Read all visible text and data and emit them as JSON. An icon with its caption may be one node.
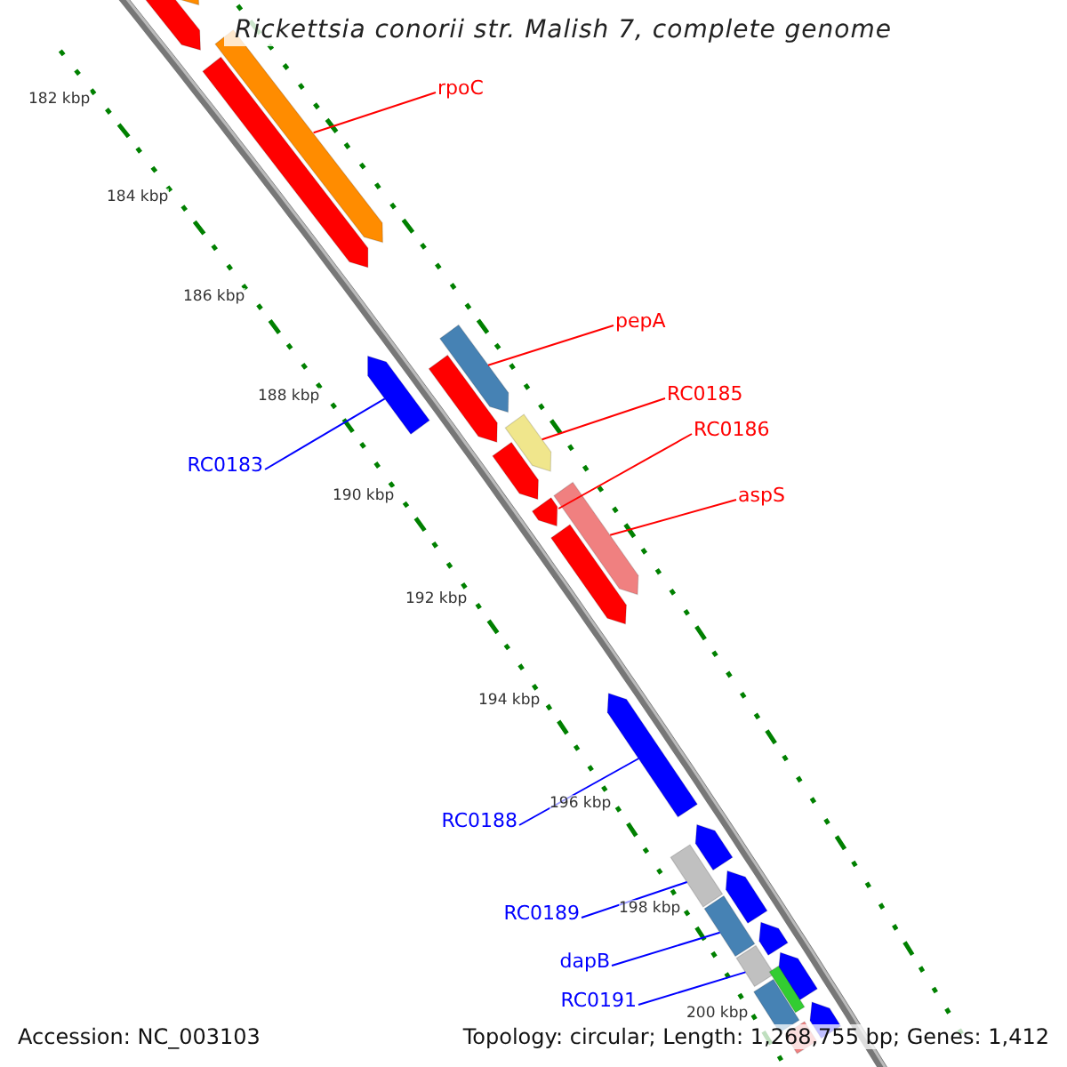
{
  "diagram": {
    "title": "Rickettsia conorii str. Malish 7, complete genome",
    "nodes": [
      {
        "text": [
          "rpoC"
        ]
      },
      {
        "text": [
          "pepA"
        ]
      },
      {
        "text": [
          "RC0185"
        ]
      },
      {
        "text": [
          "RC0186"
        ]
      },
      {
        "text": [
          "RC0183"
        ]
      },
      {
        "text": [
          "aspS"
        ]
      },
      {
        "text": [
          "RC0188"
        ]
      },
      {
        "text": [
          "RC0189"
        ]
      },
      {
        "text": [
          "dapB"
        ]
      },
      {
        "text": [
          "RC0191"
        ]
      },
      {
        "text": [],
        "shape": "bar"
      },
      {
        "text": [],
        "shape": "bar"
      },
      {
        "text": [],
        "shape": "bar"
      },
      {
        "text": [],
        "shape": "bar"
      },
      {
        "text": [],
        "shape": "bar"
      },
      {
        "text": [],
        "shape": "bar"
      },
      {
        "text": [],
        "shape": "bar"
      },
      {
        "text": [],
        "shape": "bar"
      },
      {
        "text": [],
        "shape": "bar"
      },
      {
        "text": [],
        "shape": "bar"
      },
      {
        "text": [],
        "shape": "bar"
      },
      {
        "text": [],
        "shape": "bar"
      },
      {
        "text": [],
        "shape": "bar"
      },
      {
        "text": [],
        "shape": "bar"
      },
      {
        "text": [],
        "shape": "bar"
      },
      {
        "text": [],
        "shape": "bar"
      },
      {
        "text": [],
        "shape": "bar"
      },
      {
        "text": [],
        "shape": "bar"
      },
      {
        "text": [],
        "shape": "bar"
      },
      {
        "text": [],
        "shape": "bar"
      },
      {
        "text": [],
        "shape": "bar"
      },
      {
        "text": [],
        "shape": "bar"
      },
      {
        "text": [],
        "shape": "bar"
      },
      {
        "text": [],
        "shape": "bar"
      }
    ],
    "edges": [
      {
        "from": 0,
        "to": 13,
        "arrow": "none",
        "color": "#ff0000"
      },
      {
        "from": 1,
        "to": 16,
        "arrow": "none",
        "color": "#ff0000"
      },
      {
        "from": 2,
        "to": 17,
        "arrow": "none",
        "color": "#ff0000"
      },
      {
        "from": 3,
        "to": 19,
        "arrow": "none",
        "color": "#ff0000"
      },
      {
        "from": 4,
        "to": 14,
        "arrow": "none",
        "color": "#0000ff"
      },
      {
        "from": 5,
        "to": 20,
        "arrow": "none",
        "color": "#ff0000"
      },
      {
        "from": 6,
        "to": 22,
        "arrow": "none",
        "color": "#0000ff"
      },
      {
        "from": 7,
        "to": 24,
        "arrow": "none",
        "color": "#0000ff"
      },
      {
        "from": 8,
        "to": 26,
        "arrow": "none",
        "color": "#0000ff"
      },
      {
        "from": 9,
        "to": 28,
        "arrow": "none",
        "color": "#0000ff"
      }
    ],
    "labels": [
      "182 kbp",
      "184 kbp",
      "186 kbp",
      "188 kbp",
      "190 kbp",
      "192 kbp",
      "194 kbp",
      "196 kbp",
      "198 kbp",
      "200 kbp",
      "Accession: NC_003103",
      "Topology: circular; Length: 1,268,755 bp; Genes: 1,412"
    ]
  }
}
